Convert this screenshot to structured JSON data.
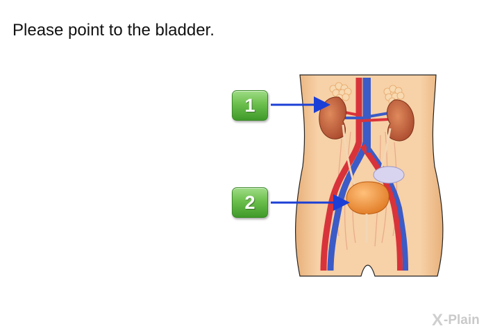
{
  "question": "Please point to the bladder.",
  "answers": [
    {
      "label": "1"
    },
    {
      "label": "2"
    }
  ],
  "logo": {
    "mark": "X",
    "text": "-Plain"
  },
  "colors": {
    "button_green": "#6cbf4d",
    "arrow_blue": "#1b3fd6",
    "skin": "#f6c99a",
    "artery": "#d8333a",
    "vein": "#3b5bc7",
    "kidney": "#c4603b",
    "bladder": "#f0953f"
  },
  "icons": [
    "anatomy-illustration",
    "pointer-arrow"
  ]
}
